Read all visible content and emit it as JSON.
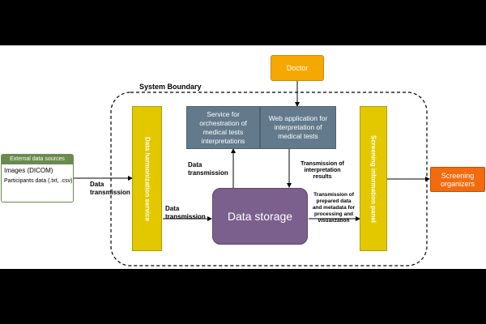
{
  "system_boundary": {
    "label": "System Boundary"
  },
  "doctor": {
    "label": "Doctor"
  },
  "orchestration_service": {
    "label": "Service for orchestration of medical tests interpretations"
  },
  "web_app": {
    "label": "Web application for interpretation of medical tests"
  },
  "harmonization": {
    "label": "Data harmonization service"
  },
  "info_panel": {
    "label": "Screening information panel"
  },
  "data_storage": {
    "label": "Data storage"
  },
  "external_sources": {
    "header": "External data sources",
    "items": [
      "Images (DICOM)",
      "Participants data (.txt, .csv)"
    ]
  },
  "screening_organizers": {
    "label": "Screening organizers"
  },
  "edges": {
    "external_to_harmonization": "Data transmission",
    "harmonization_to_storage": "Data transmission",
    "storage_to_orchestration": "Data transmission",
    "webapp_to_storage": "Transmission of interpretation results",
    "storage_to_panel": "Transmission of prepared data and metadata for processing and visualization"
  },
  "colors": {
    "doctor_fill": "#f5a800",
    "service_fill": "#627a8c",
    "bar_fill": "#e3c800",
    "storage_fill": "#7b5f8d",
    "external_header": "#6a8a4f",
    "organizers_fill": "#f26b0f"
  }
}
